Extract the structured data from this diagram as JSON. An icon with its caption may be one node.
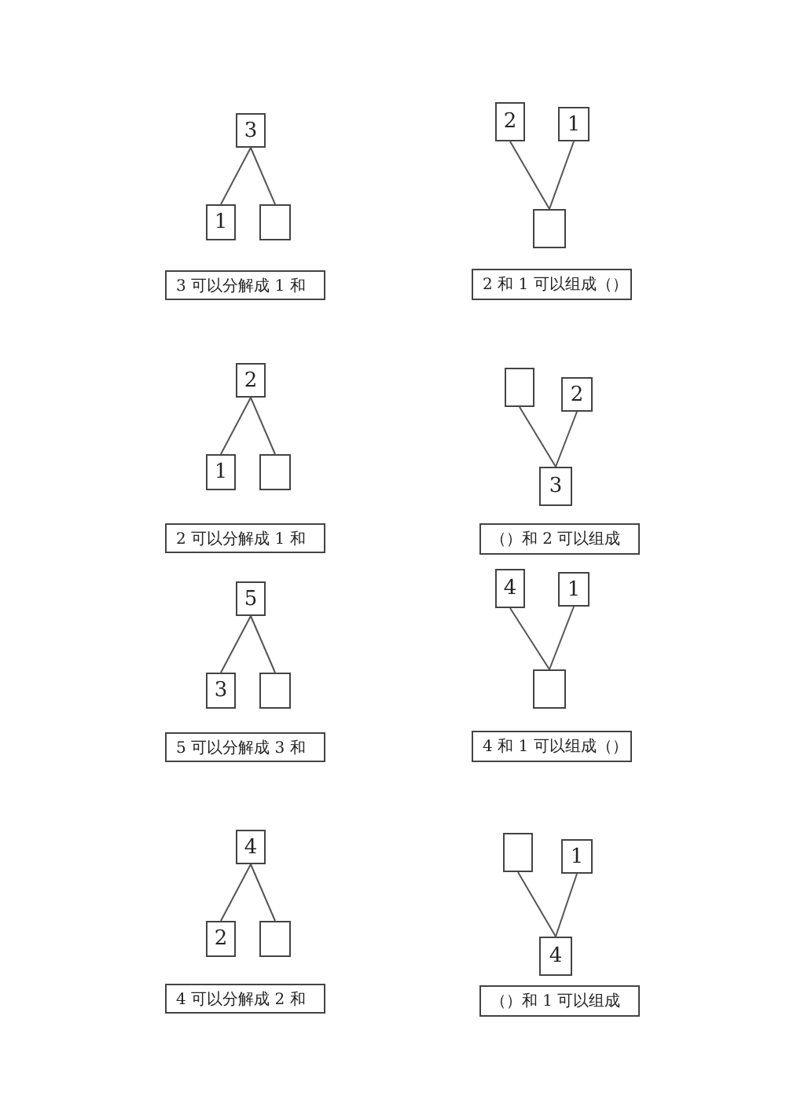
{
  "diagram": {
    "nodes": [
      {
        "text": [
          "3"
        ]
      },
      {
        "text": [
          "1"
        ]
      },
      {
        "text": [],
        "shape": "box"
      },
      {
        "text": [
          "3 可以分解成 1 和"
        ]
      },
      {
        "text": [
          "2"
        ]
      },
      {
        "text": [
          "1"
        ]
      },
      {
        "text": [],
        "shape": "box"
      },
      {
        "text": [
          "2 和 1 可以组成（）"
        ]
      },
      {
        "text": [
          "2"
        ]
      },
      {
        "text": [
          "1"
        ]
      },
      {
        "text": [],
        "shape": "box"
      },
      {
        "text": [
          "2 可以分解成 1 和"
        ]
      },
      {
        "text": [],
        "shape": "box"
      },
      {
        "text": [
          "2"
        ]
      },
      {
        "text": [
          "3"
        ]
      },
      {
        "text": [
          "（）和 2 可以组成"
        ]
      },
      {
        "text": [
          "5"
        ]
      },
      {
        "text": [
          "3"
        ]
      },
      {
        "text": [],
        "shape": "box"
      },
      {
        "text": [
          "5 可以分解成 3 和"
        ]
      },
      {
        "text": [
          "4"
        ]
      },
      {
        "text": [
          "1"
        ]
      },
      {
        "text": [],
        "shape": "box"
      },
      {
        "text": [
          "4 和 1 可以组成（）"
        ]
      },
      {
        "text": [
          "4"
        ]
      },
      {
        "text": [
          "2"
        ]
      },
      {
        "text": [],
        "shape": "box"
      },
      {
        "text": [
          "4 可以分解成 2 和"
        ]
      },
      {
        "text": [],
        "shape": "box"
      },
      {
        "text": [
          "1"
        ]
      },
      {
        "text": [
          "4"
        ]
      },
      {
        "text": [
          "（）和 1 可以组成"
        ]
      }
    ],
    "edges": [
      {
        "from": 0,
        "to": 1,
        "arrow": "none"
      },
      {
        "from": 0,
        "to": 2,
        "arrow": "none"
      },
      {
        "from": 4,
        "to": 6,
        "arrow": "none"
      },
      {
        "from": 5,
        "to": 6,
        "arrow": "none"
      },
      {
        "from": 8,
        "to": 9,
        "arrow": "none"
      },
      {
        "from": 8,
        "to": 10,
        "arrow": "none"
      },
      {
        "from": 12,
        "to": 14,
        "arrow": "none"
      },
      {
        "from": 13,
        "to": 14,
        "arrow": "none"
      },
      {
        "from": 16,
        "to": 17,
        "arrow": "none"
      },
      {
        "from": 16,
        "to": 18,
        "arrow": "none"
      },
      {
        "from": 20,
        "to": 22,
        "arrow": "none"
      },
      {
        "from": 21,
        "to": 22,
        "arrow": "none"
      },
      {
        "from": 24,
        "to": 25,
        "arrow": "none"
      },
      {
        "from": 24,
        "to": 26,
        "arrow": "none"
      },
      {
        "from": 28,
        "to": 30,
        "arrow": "none"
      },
      {
        "from": 29,
        "to": 30,
        "arrow": "none"
      }
    ]
  }
}
